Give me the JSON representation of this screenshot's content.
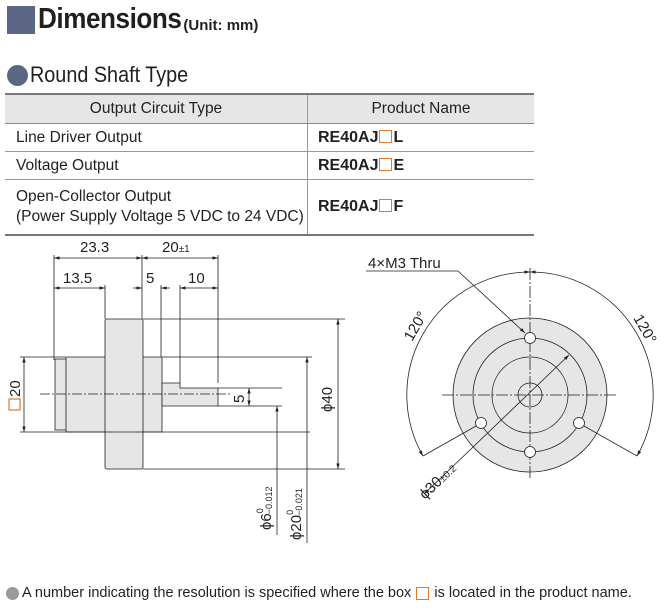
{
  "header": {
    "title": "Dimensions",
    "unit": "(Unit: mm)"
  },
  "section": {
    "title": "Round Shaft Type"
  },
  "table": {
    "headers": [
      "Output Circuit Type",
      "Product Name"
    ],
    "rows": [
      {
        "type": "Line Driver Output",
        "type2": "",
        "pn_prefix": "RE40AJ",
        "pn_suffix": "L"
      },
      {
        "type": "Voltage Output",
        "type2": "",
        "pn_prefix": "RE40AJ",
        "pn_suffix": "E"
      },
      {
        "type": "Open-Collector Output",
        "type2": "(Power Supply Voltage 5 VDC to 24 VDC)",
        "pn_prefix": "RE40AJ",
        "pn_suffix": "F"
      }
    ]
  },
  "side_view": {
    "d233": "23.3",
    "d20": "20",
    "d20_tol": "±1",
    "d135": "13.5",
    "d5": "5",
    "d10": "10",
    "sq20": "20",
    "phi40": "ϕ40",
    "flat5": "5",
    "phi6": "ϕ6",
    "phi6_tol_upper": "0",
    "phi6_tol_lower": "−0.012",
    "phi20": "ϕ20",
    "phi20_tol_upper": "0",
    "phi20_tol_lower": "−0.021"
  },
  "front_view": {
    "holes": "4×M3 Thru",
    "angle_left": "120°",
    "angle_right": "120°",
    "pcd": "ϕ30",
    "pcd_tol": "±0.2"
  },
  "footnote": {
    "before": "A number indicating the resolution is specified where the box",
    "after": "is located in the product name."
  },
  "colors": {
    "accent": "#5a6684",
    "box": "#e07a2a",
    "fill": "#e6e6e6"
  }
}
